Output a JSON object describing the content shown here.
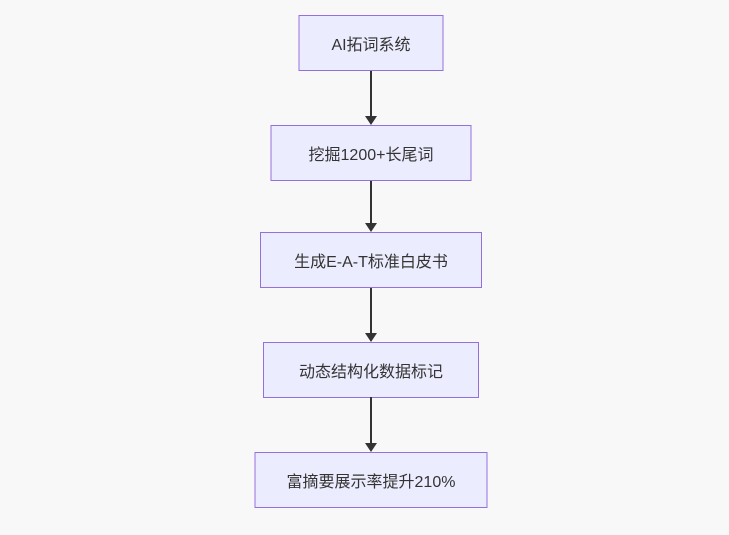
{
  "diagram": {
    "type": "flowchart-vertical",
    "nodes": [
      {
        "label": "AI拓词系统"
      },
      {
        "label": "挖掘1200+长尾词"
      },
      {
        "label": "生成E-A-T标准白皮书"
      },
      {
        "label": "动态结构化数据标记"
      },
      {
        "label": "富摘要展示率提升210%"
      }
    ],
    "edges": [
      {
        "from": "AI拓词系统",
        "to": "挖掘1200+长尾词"
      },
      {
        "from": "挖掘1200+长尾词",
        "to": "生成E-A-T标准白皮书"
      },
      {
        "from": "生成E-A-T标准白皮书",
        "to": "动态结构化数据标记"
      },
      {
        "from": "动态结构化数据标记",
        "to": "富摘要展示率提升210%"
      }
    ],
    "colors": {
      "background": "#F8F8F8",
      "node_fill": "#ECECFF",
      "node_border": "#9370DB",
      "arrow": "#333333",
      "text": "#333333"
    }
  }
}
